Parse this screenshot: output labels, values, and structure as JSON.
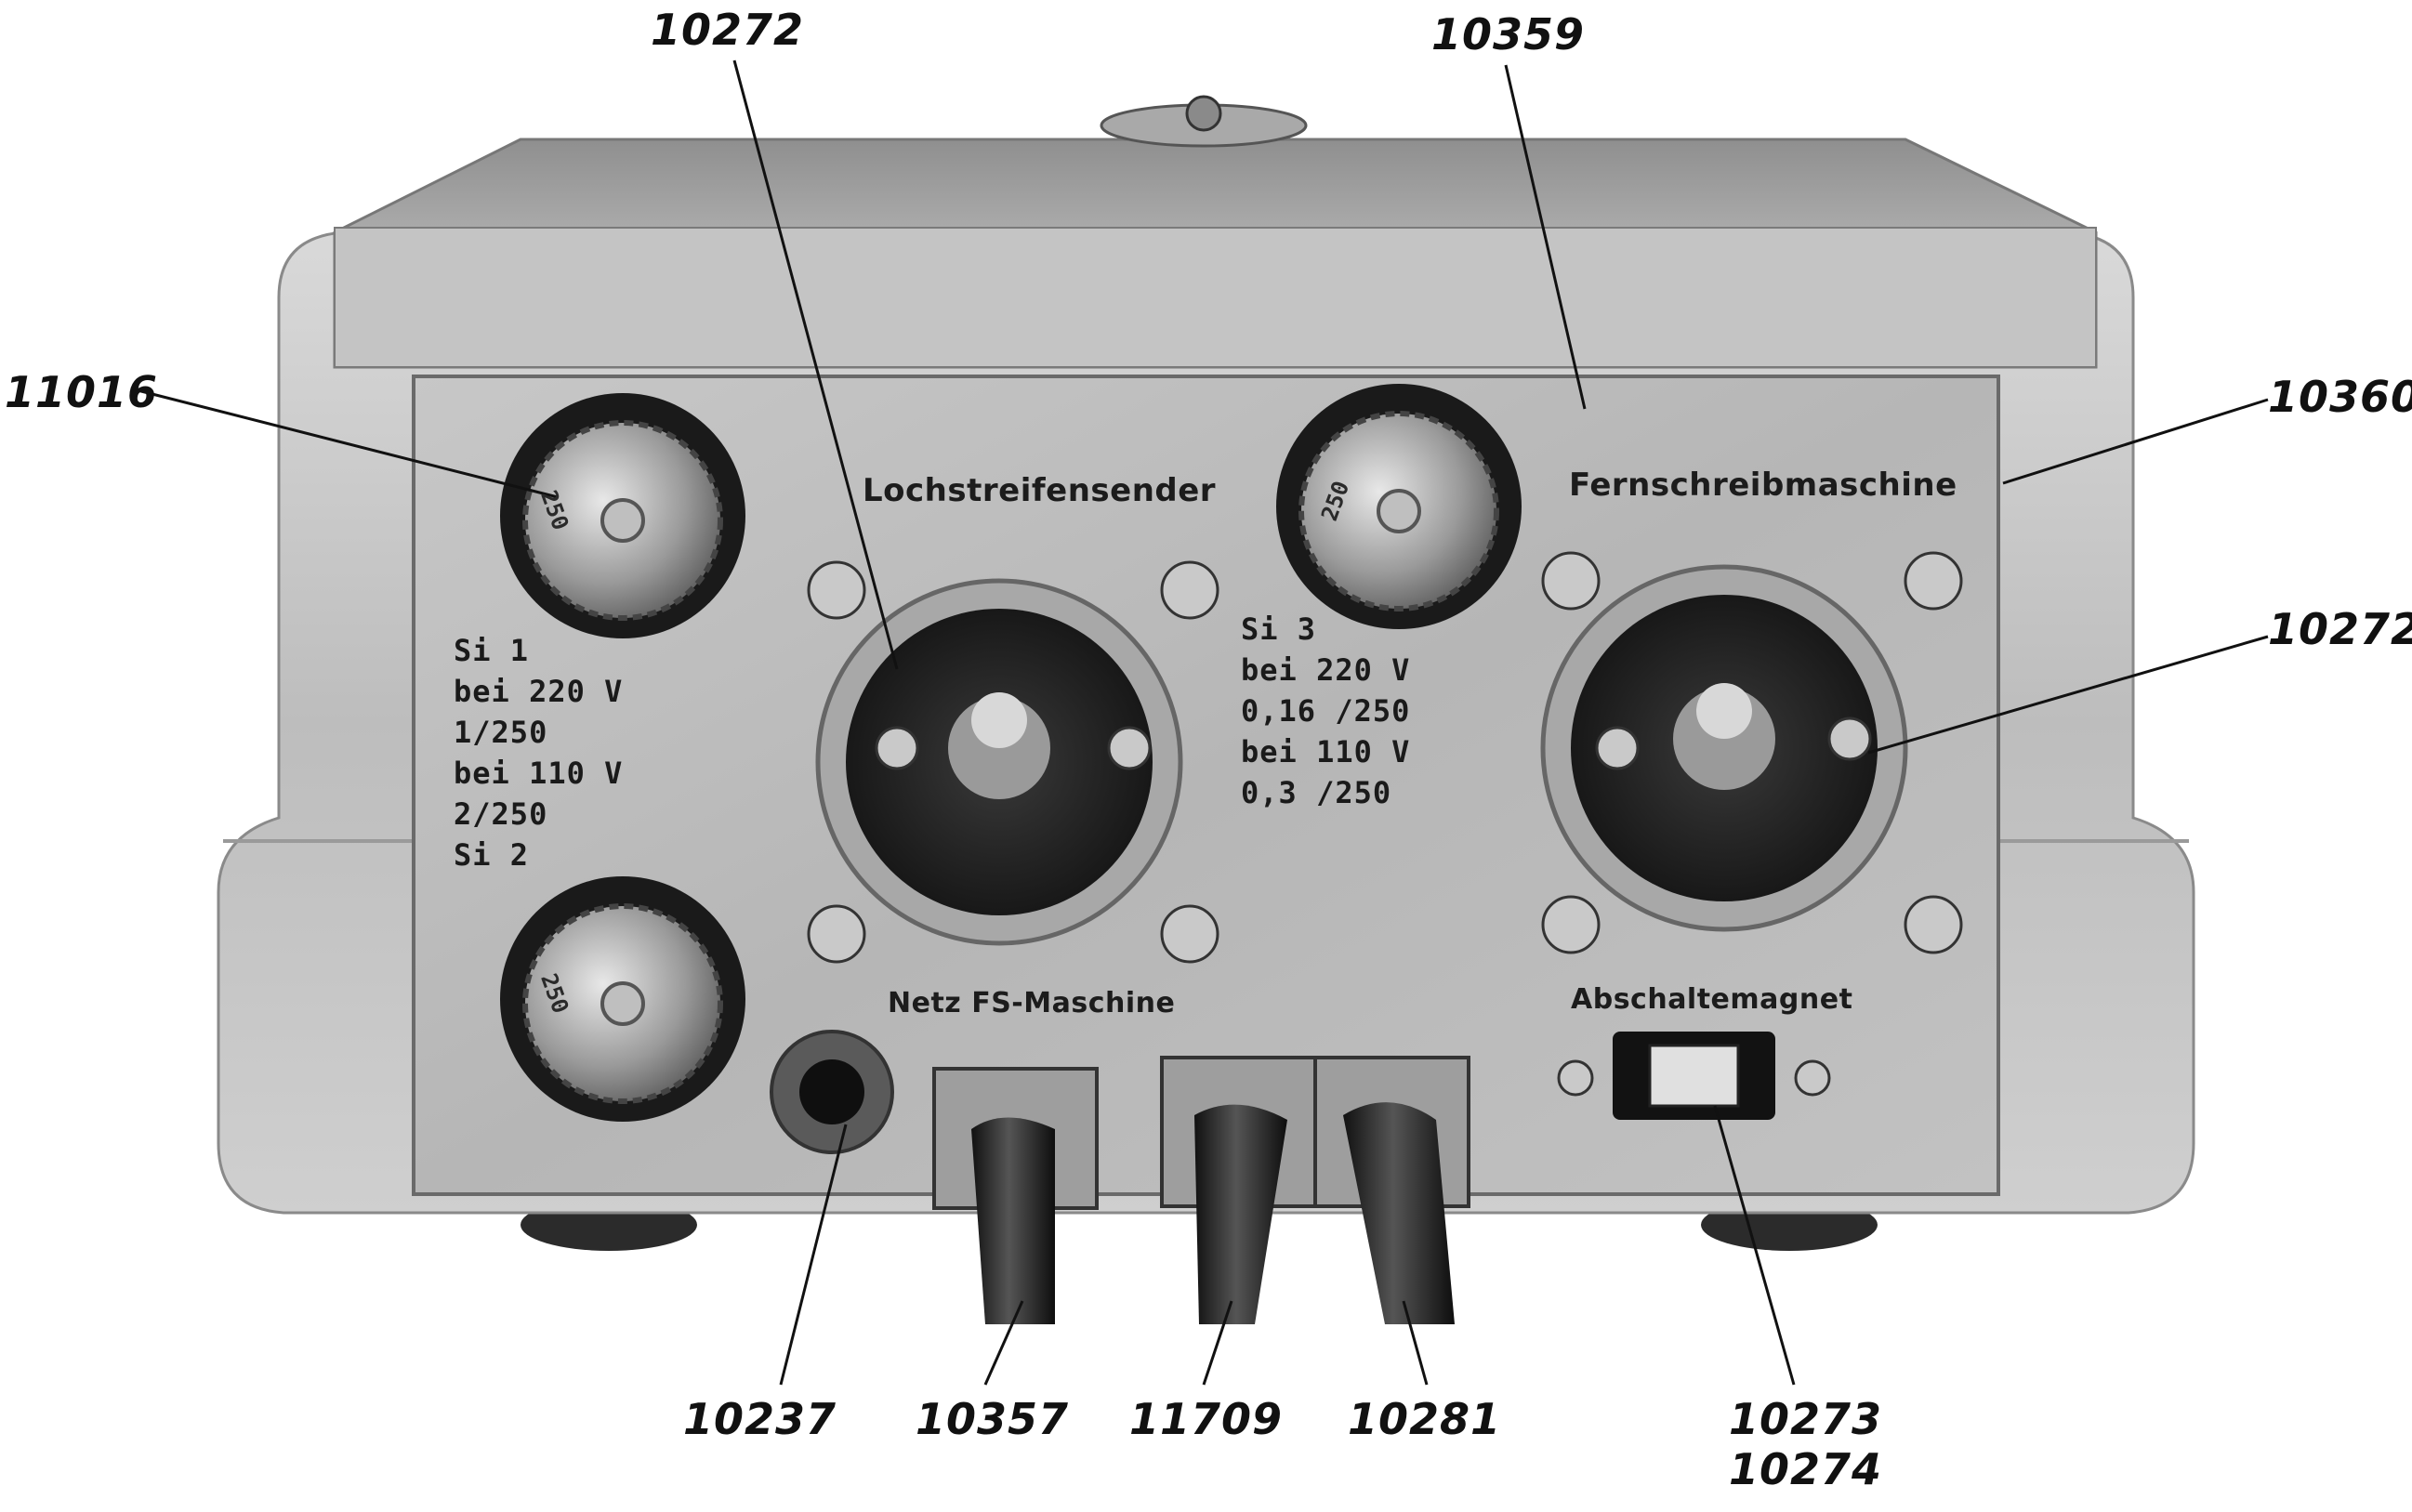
{
  "callouts": {
    "top_left": "10272",
    "top_center": "10359",
    "left_fuse": "11016",
    "right_housing": "10360",
    "right_socket": "10272",
    "bottom_1": "10237",
    "bottom_2": "10357",
    "bottom_3": "11709",
    "bottom_4": "10281",
    "bottom_5_line1": "10273",
    "bottom_5_line2": "10274"
  },
  "panel": {
    "label_left_socket": "Lochstreifensender",
    "label_right_socket": "Fernschreibmaschine",
    "label_netz": "Netz FS-Maschine",
    "label_magnet": "Abschaltemagnet",
    "fuse_left_lines": [
      "Si 1",
      "bei 220 V",
      "1/250",
      "bei 110 V",
      "2/250",
      "Si 2"
    ],
    "fuse_right_lines": [
      "Si 3",
      "bei 220 V",
      "0,16 /250",
      "bei 110 V",
      "0,3 /250"
    ],
    "fuse_cap_marking": "250"
  }
}
